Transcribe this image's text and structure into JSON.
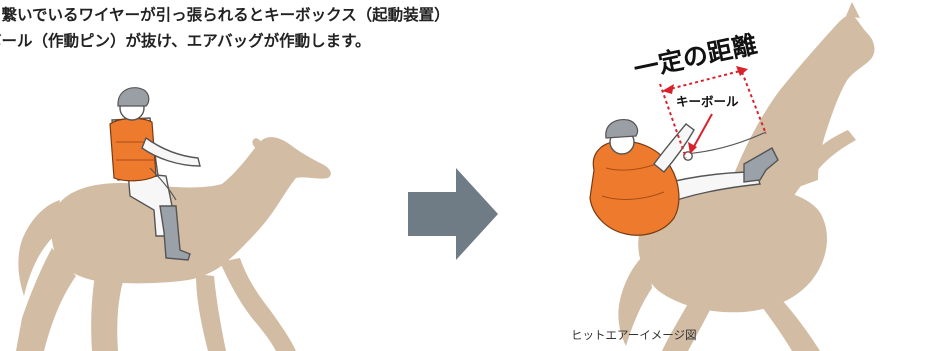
{
  "caption": {
    "line1": "を繋いでいるワイヤーが引っ張られるとキーボックス（起動装置）",
    "line2": "ボール（作動ピン）が抜け、エアバッグが作動します。"
  },
  "diagram": {
    "distance_label": "一定の距離",
    "keyball_label": "キーボール",
    "footnote": "ヒットエアーイメージ図"
  },
  "colors": {
    "horse": "#d2bca3",
    "vest": "#ee7b2d",
    "helmet": "#9a9fa5",
    "arrow": "#6f7c86",
    "accent": "#d9212b",
    "text": "#222222"
  }
}
